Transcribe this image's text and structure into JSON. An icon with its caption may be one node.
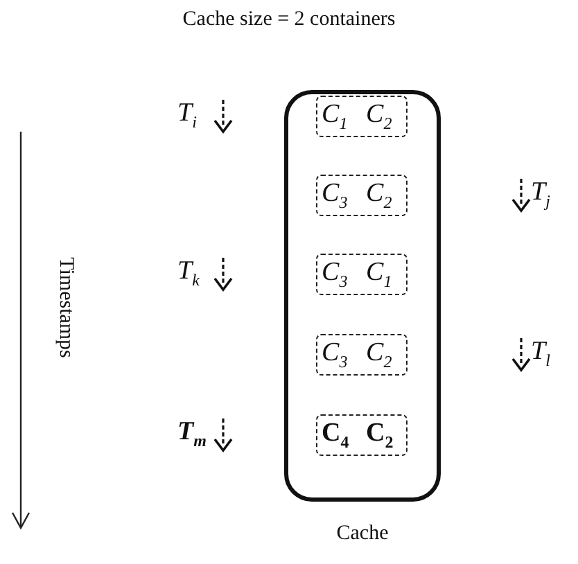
{
  "diagram": {
    "title": "Cache size = 2 containers",
    "nodes": [
      {
        "text": [
          "Cache"
        ]
      },
      {
        "text": [
          "C$_{1}$",
          "C$_{2}$"
        ],
        "in": 0
      },
      {
        "text": [
          "C$_{3}$",
          "C$_{2}$"
        ],
        "in": 0
      },
      {
        "text": [
          "C$_{3}$",
          "C$_{1}$"
        ],
        "in": 0
      },
      {
        "text": [
          "C$_{3}$",
          "C$_{2}$"
        ],
        "in": 0
      },
      {
        "text": [
          "C$_{4}$",
          "C$_{2}$"
        ],
        "in": 0
      }
    ],
    "labels": [
      "T$_{i}$",
      "T$_{j}$",
      "T$_{k}$",
      "T$_{l}$",
      "T$_{m}$",
      "Timestamps"
    ]
  }
}
